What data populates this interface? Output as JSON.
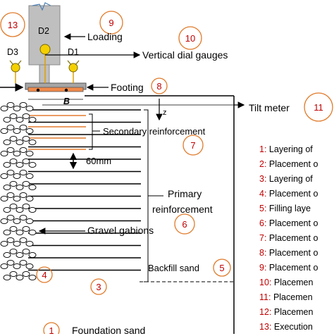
{
  "labels": {
    "loading": "Loading",
    "vertical_dial_gauges": "Vertical dial gauges",
    "footing": "Footing",
    "tilt_meter": "Tilt meter",
    "secondary_reinforcement": "Secondary reinforcement",
    "spacing": "60mm",
    "primary_line1": "Primary",
    "primary_line2": "reinforcement",
    "gravel_gabions": "Gravel gabions",
    "backfill_sand": "Backfill sand",
    "foundation_sand": "Foundation sand",
    "gauge_d1": "D1",
    "gauge_d2": "D2",
    "gauge_d3": "D3",
    "width_b": "B",
    "axis_z": "z"
  },
  "step_markers": {
    "m1": "1",
    "m3": "3",
    "m4": "4",
    "m5": "5",
    "m6": "6",
    "m7": "7",
    "m8": "8",
    "m9": "9",
    "m10": "10",
    "m11": "11",
    "m13": "13"
  },
  "legend": [
    {
      "num": "1:",
      "text": "Layering of"
    },
    {
      "num": "2:",
      "text": "Placement o"
    },
    {
      "num": "3:",
      "text": "Layering of"
    },
    {
      "num": "4:",
      "text": "Placement o"
    },
    {
      "num": "5:",
      "text": "Filling laye"
    },
    {
      "num": "6:",
      "text": "Placement o"
    },
    {
      "num": "7:",
      "text": "Placement o"
    },
    {
      "num": "8:",
      "text": "Placement o"
    },
    {
      "num": "9:",
      "text": "Placement o"
    },
    {
      "num": "10:",
      "text": "Placemen"
    },
    {
      "num": "11:",
      "text": "Placemen"
    },
    {
      "num": "12:",
      "text": "Placemen"
    },
    {
      "num": "13:",
      "text": "Execution"
    }
  ],
  "colors": {
    "number_red": "#c00000",
    "circle_orange": "#e07a2a",
    "footing_fill": "#f08a4b",
    "gauge_yellow": "#f5d000",
    "column_gray": "#bfbfbf",
    "plate_gray": "#a6a6a6",
    "reinforcement_orange": "#e47a2e"
  }
}
